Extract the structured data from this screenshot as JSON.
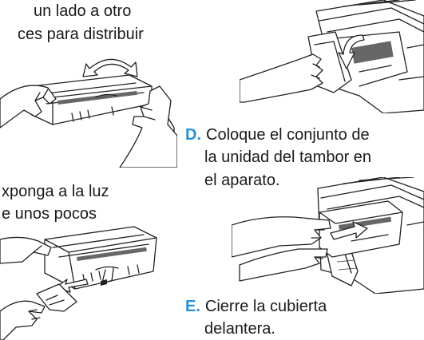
{
  "left": {
    "top_text_line1": "un lado a otro",
    "top_text_line2": "ces para distribuir",
    "mid_text_line1": "xponga a la luz",
    "mid_text_line2": "e unos pocos"
  },
  "steps": [
    {
      "letter": "D.",
      "lines": [
        "Coloque el conjunto de",
        "la unidad del tambor en",
        "el aparato."
      ]
    },
    {
      "letter": "E.",
      "lines": [
        "Cierre la cubierta",
        "delantera."
      ]
    }
  ],
  "colors": {
    "step_letter": "#2a8fd6",
    "text": "#1a1a1a"
  }
}
